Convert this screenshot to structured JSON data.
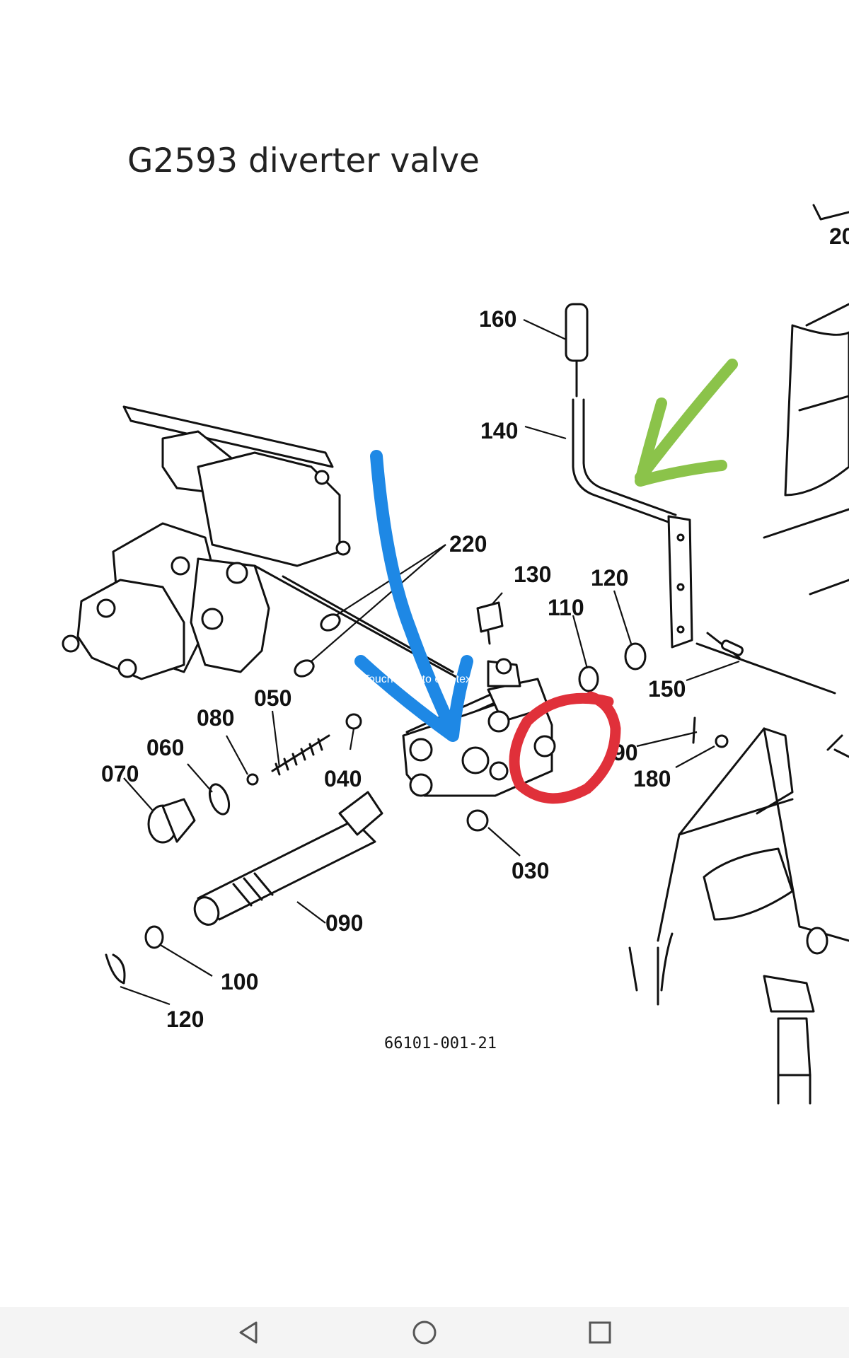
{
  "title": "G2593 diverter valve",
  "diagram": {
    "labels": {
      "p200": "20",
      "p160": "160",
      "p140": "140",
      "p220": "220",
      "p130": "130",
      "p120a": "120",
      "p110": "110",
      "p150": "150",
      "p050": "050",
      "p080": "080",
      "p060": "060",
      "p070": "070",
      "p040": "040",
      "p190": "90",
      "p180": "180",
      "p030": "030",
      "p090": "090",
      "p100": "100",
      "p120b": "120",
      "drawing_no": "66101-001-21"
    },
    "overlay_text": "Touch here to edit text",
    "annotation_colors": {
      "blue_arrow": "#1e88e5",
      "green_arrow": "#8bc34a",
      "red_circle": "#e0303a"
    }
  },
  "navbar": {
    "back": "back-icon",
    "home": "home-icon",
    "recents": "recents-icon"
  }
}
